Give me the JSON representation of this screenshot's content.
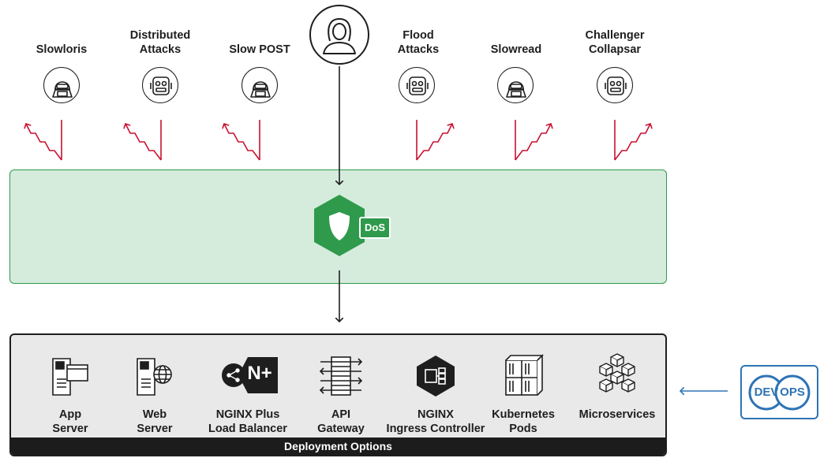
{
  "attacks": [
    {
      "label": "Slowloris",
      "icon": "hacker-icon"
    },
    {
      "label": "Distributed\nAttacks",
      "icon": "robot-icon"
    },
    {
      "label": "Slow POST",
      "icon": "hacker-icon"
    },
    {
      "label": "Flood\nAttacks",
      "icon": "robot-icon"
    },
    {
      "label": "Slowread",
      "icon": "hacker-icon"
    },
    {
      "label": "Challenger\nCollapsar",
      "icon": "robot-icon"
    }
  ],
  "user": {
    "icon": "user-icon"
  },
  "protection": {
    "badge_text": "DoS",
    "icon": "shield-icon"
  },
  "deployment": {
    "footer": "Deployment Options",
    "items": [
      {
        "label": "App\nServer",
        "icon": "app-server-icon"
      },
      {
        "label": "Web\nServer",
        "icon": "web-server-icon"
      },
      {
        "label": "NGINX Plus\nLoad Balancer",
        "icon": "nginx-plus-icon",
        "logo_text": "N+"
      },
      {
        "label": "API\nGateway",
        "icon": "api-gateway-icon"
      },
      {
        "label": "NGINX\nIngress Controller",
        "icon": "ingress-controller-icon"
      },
      {
        "label": "Kubernetes\nPods",
        "icon": "kubernetes-pods-icon"
      },
      {
        "label": "Microservices",
        "icon": "microservices-icon"
      }
    ]
  },
  "devops": {
    "dev": "DEV",
    "ops": "OPS"
  },
  "colors": {
    "attack_red": "#c8102e",
    "green": "#2f9a4c",
    "band_fill": "#d5ecdc",
    "devops_blue": "#2e74b5"
  }
}
